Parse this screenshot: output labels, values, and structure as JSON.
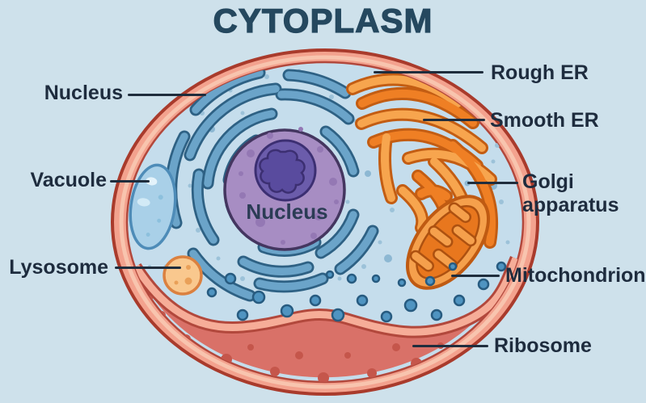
{
  "diagram": {
    "title": "CYTOPLASM",
    "nucleus_inner_label": "Nucleus",
    "labels": {
      "nucleus_left": "Nucleus",
      "vacuole": "Vacuole",
      "lysosome": "Lysosome",
      "rough_er": "Rough ER",
      "smooth_er": "Smooth ER",
      "golgi": "Golgi apparatus",
      "mitochondrion": "Mitochondrion",
      "ribosome": "Ribosome"
    },
    "colors": {
      "background": "#cee1eb",
      "title_text": "#25485f",
      "label_text": "#1e2c3e",
      "leader_line": "#1f2d3d",
      "membrane_fill": "#f3a28e",
      "membrane_outline": "#a93b2c",
      "cytoplasm_fill": "#c5ddec",
      "er_blue_fill": "#6ba4c9",
      "er_blue_outline": "#2e6184",
      "nucleus_fill": "#a78dc3",
      "nucleus_outline": "#443660",
      "nucleolus_fill": "#6b5cab",
      "organelle_orange_light": "#f7a54e",
      "organelle_orange_deep": "#ef7f24",
      "orange_outline": "#c35d13",
      "bottom_crescent_fill": "#d97168",
      "crescent_dot": "#c5564b",
      "vacuole_fill": "#a9d0e8",
      "lysosome_fill": "#f9c88e",
      "ribosome_dot_fill": "#4f94c1"
    }
  }
}
